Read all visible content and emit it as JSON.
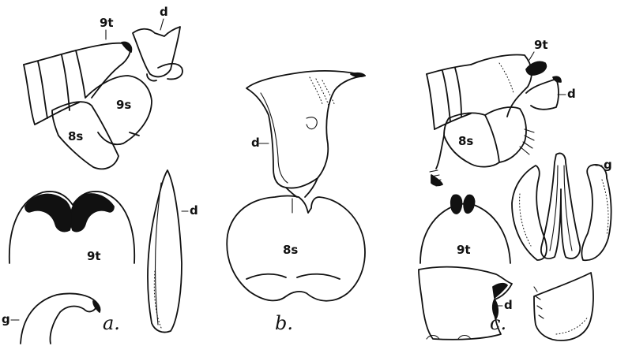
{
  "figure": {
    "panel_a": {
      "caption": "a.",
      "side_view": {
        "label_9t": "9t",
        "label_d": "d",
        "label_9s": "9s",
        "label_8s": "8s"
      },
      "tergite_view": {
        "label_9t": "9t"
      },
      "gonostylus_view": {
        "label_g": "g"
      },
      "dististyle_view": {
        "label_d": "d"
      }
    },
    "panel_b": {
      "caption": "b.",
      "dististyle_view": {
        "label_d": "d"
      },
      "sternite_view": {
        "label_8s": "8s"
      }
    },
    "panel_c": {
      "caption": "c.",
      "side_view": {
        "label_9t": "9t",
        "label_d": "d",
        "label_8s": "8s"
      },
      "tergite_view": {
        "label_9t": "9t"
      },
      "gonostylus_view": {
        "label_g": "g"
      },
      "dististyle_view": {
        "label_d": "d"
      }
    }
  }
}
